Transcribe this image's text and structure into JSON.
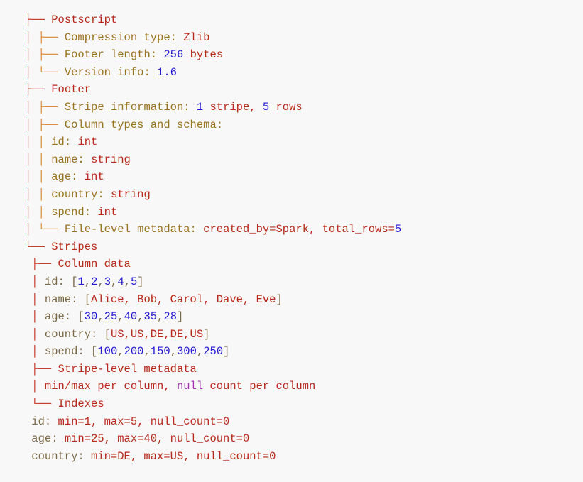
{
  "lines": [
    [
      [
        "├── ",
        "r"
      ],
      [
        "Postscript",
        "s"
      ]
    ],
    [
      [
        "│ ",
        "r"
      ],
      [
        "├── ",
        "o"
      ],
      [
        "Compression type: ",
        "k"
      ],
      [
        "Zlib",
        "s"
      ]
    ],
    [
      [
        "│ ",
        "r"
      ],
      [
        "├── ",
        "o"
      ],
      [
        "Footer length: ",
        "k"
      ],
      [
        "256",
        "n"
      ],
      [
        " bytes",
        "s"
      ]
    ],
    [
      [
        "│ ",
        "r"
      ],
      [
        "└── ",
        "o"
      ],
      [
        "Version info: ",
        "k"
      ],
      [
        "1.6",
        "n"
      ]
    ],
    [
      [
        "├── ",
        "r"
      ],
      [
        "Footer",
        "s"
      ]
    ],
    [
      [
        "│ ",
        "r"
      ],
      [
        "├── ",
        "o"
      ],
      [
        "Stripe information: ",
        "k"
      ],
      [
        "1",
        "n"
      ],
      [
        " stripe, ",
        "s"
      ],
      [
        "5",
        "n"
      ],
      [
        " rows",
        "s"
      ]
    ],
    [
      [
        "│ ",
        "r"
      ],
      [
        "├── ",
        "o"
      ],
      [
        "Column types and schema:",
        "k"
      ]
    ],
    [
      [
        "│ ",
        "r"
      ],
      [
        "│ ",
        "o"
      ],
      [
        "id: ",
        "k"
      ],
      [
        "int",
        "s"
      ]
    ],
    [
      [
        "│ ",
        "r"
      ],
      [
        "│ ",
        "o"
      ],
      [
        "name: ",
        "k"
      ],
      [
        "string",
        "s"
      ]
    ],
    [
      [
        "│ ",
        "r"
      ],
      [
        "│ ",
        "o"
      ],
      [
        "age: ",
        "k"
      ],
      [
        "int",
        "s"
      ]
    ],
    [
      [
        "│ ",
        "r"
      ],
      [
        "│ ",
        "o"
      ],
      [
        "country: ",
        "k"
      ],
      [
        "string",
        "s"
      ]
    ],
    [
      [
        "│ ",
        "r"
      ],
      [
        "│ ",
        "o"
      ],
      [
        "spend: ",
        "k"
      ],
      [
        "int",
        "s"
      ]
    ],
    [
      [
        "│ ",
        "r"
      ],
      [
        "└── ",
        "o"
      ],
      [
        "File-level metadata: ",
        "k"
      ],
      [
        "created_by=Spark, total_rows=",
        "s"
      ],
      [
        "5",
        "n"
      ]
    ],
    [
      [
        "└── ",
        "r"
      ],
      [
        "Stripes",
        "s"
      ]
    ],
    [
      [
        " ├── ",
        "r"
      ],
      [
        "Column data",
        "s"
      ]
    ],
    [
      [
        " │ ",
        "r"
      ],
      [
        "id: ",
        "g"
      ],
      [
        "[",
        "g"
      ],
      [
        "1",
        "n"
      ],
      [
        ",",
        "g"
      ],
      [
        "2",
        "n"
      ],
      [
        ",",
        "g"
      ],
      [
        "3",
        "n"
      ],
      [
        ",",
        "g"
      ],
      [
        "4",
        "n"
      ],
      [
        ",",
        "g"
      ],
      [
        "5",
        "n"
      ],
      [
        "]",
        "g"
      ]
    ],
    [
      [
        " │ ",
        "r"
      ],
      [
        "name: ",
        "g"
      ],
      [
        "[",
        "g"
      ],
      [
        "Alice, Bob, Carol, Dave, Eve",
        "s"
      ],
      [
        "]",
        "g"
      ]
    ],
    [
      [
        " │ ",
        "r"
      ],
      [
        "age: ",
        "g"
      ],
      [
        "[",
        "g"
      ],
      [
        "30",
        "n"
      ],
      [
        ",",
        "g"
      ],
      [
        "25",
        "n"
      ],
      [
        ",",
        "g"
      ],
      [
        "40",
        "n"
      ],
      [
        ",",
        "g"
      ],
      [
        "35",
        "n"
      ],
      [
        ",",
        "g"
      ],
      [
        "28",
        "n"
      ],
      [
        "]",
        "g"
      ]
    ],
    [
      [
        " │ ",
        "r"
      ],
      [
        "country: ",
        "g"
      ],
      [
        "[",
        "g"
      ],
      [
        "US,US,DE,DE,US",
        "s"
      ],
      [
        "]",
        "g"
      ]
    ],
    [
      [
        " │ ",
        "r"
      ],
      [
        "spend: ",
        "g"
      ],
      [
        "[",
        "g"
      ],
      [
        "100",
        "n"
      ],
      [
        ",",
        "g"
      ],
      [
        "200",
        "n"
      ],
      [
        ",",
        "g"
      ],
      [
        "150",
        "n"
      ],
      [
        ",",
        "g"
      ],
      [
        "300",
        "n"
      ],
      [
        ",",
        "g"
      ],
      [
        "250",
        "n"
      ],
      [
        "]",
        "g"
      ]
    ],
    [
      [
        " ├── ",
        "r"
      ],
      [
        "Stripe-level metadata",
        "s"
      ]
    ],
    [
      [
        " │ ",
        "r"
      ],
      [
        "min/max per column, ",
        "s"
      ],
      [
        "null",
        "p"
      ],
      [
        " count per column",
        "s"
      ]
    ],
    [
      [
        " └── ",
        "r"
      ],
      [
        "Indexes",
        "s"
      ]
    ],
    [
      [
        " id: ",
        "g"
      ],
      [
        "min=1, max=5, null_count=0",
        "s"
      ]
    ],
    [
      [
        " age: ",
        "g"
      ],
      [
        "min=25, max=40, null_count=0",
        "s"
      ]
    ],
    [
      [
        " country: ",
        "g"
      ],
      [
        "min=DE, max=US, null_count=0",
        "s"
      ]
    ]
  ]
}
